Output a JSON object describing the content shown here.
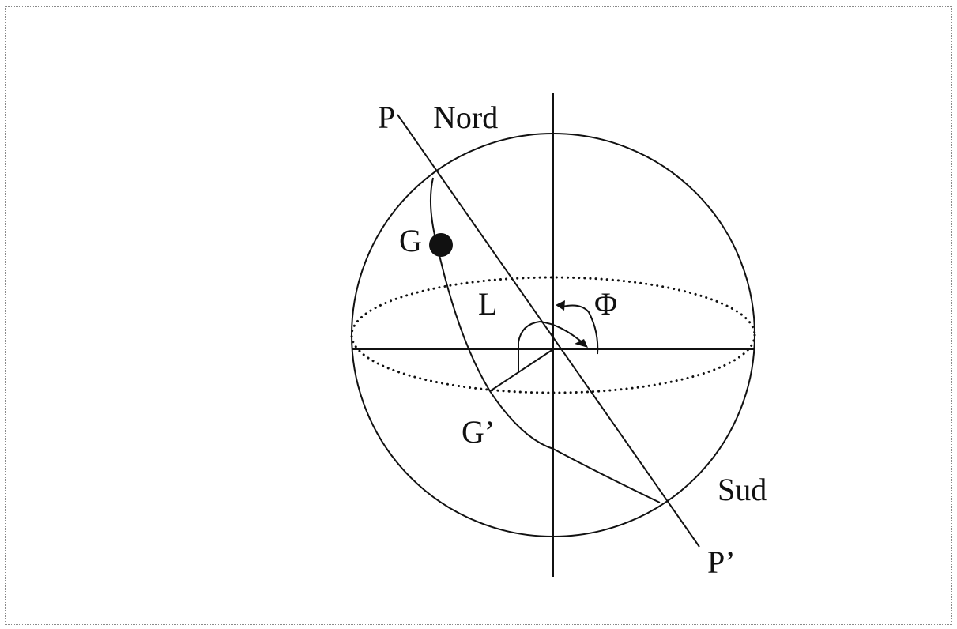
{
  "labels": {
    "pole_north": "P",
    "north": "Nord",
    "point_g": "G",
    "longitude": "L",
    "latitude": "Φ",
    "point_g_prime": "G’",
    "south": "Sud",
    "pole_south": "P’"
  },
  "colors": {
    "ink": "#111111",
    "frame": "#8a8a8a",
    "background": "#ffffff"
  }
}
